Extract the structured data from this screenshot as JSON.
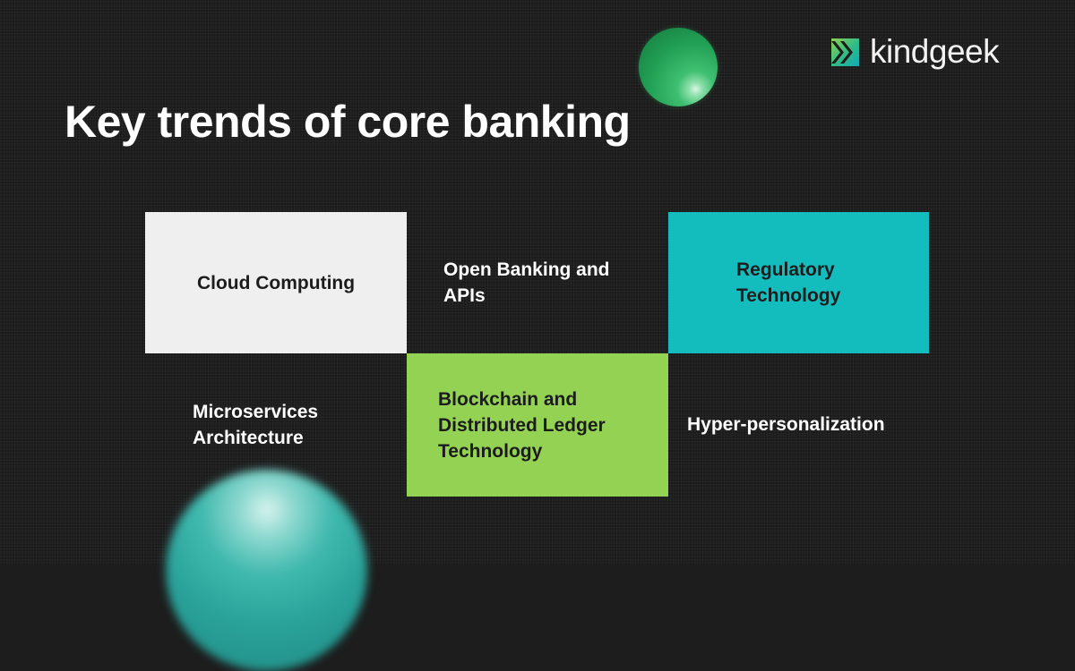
{
  "header": {
    "title": "Key trends of core banking",
    "logo": {
      "icon": "double-chevron-logo-icon",
      "text": "kindgeek"
    }
  },
  "trends": [
    {
      "label": "Cloud Computing",
      "color": "#efefef"
    },
    {
      "label": "Open Banking and APIs",
      "color": "transparent"
    },
    {
      "label": "Regulatory Technology",
      "color": "#14bdbd"
    },
    {
      "label": "Microservices Architecture",
      "color": "transparent"
    },
    {
      "label": "Blockchain and Distributed Ledger Technology",
      "color": "#94d253"
    },
    {
      "label": "Hyper-personalization",
      "color": "transparent"
    }
  ],
  "colors": {
    "background": "#1d1d1d",
    "accent_teal": "#14bdbd",
    "accent_green": "#94d253",
    "card_light": "#efefef"
  }
}
